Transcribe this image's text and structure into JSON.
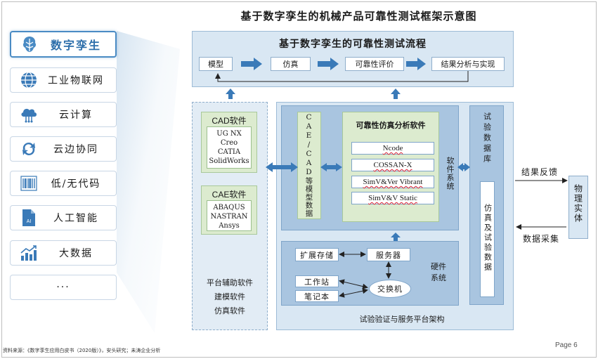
{
  "page_title": "基于数字孪生的机械产品可靠性测试框架示意图",
  "sidebar": {
    "items": [
      {
        "label": "数字孪生",
        "icon": "digital-twin-icon",
        "active": true
      },
      {
        "label": "工业物联网",
        "icon": "globe-network-icon"
      },
      {
        "label": "云计算",
        "icon": "cloud-computing-icon"
      },
      {
        "label": "云边协同",
        "icon": "sync-arrows-icon"
      },
      {
        "label": "低/无代码",
        "icon": "barcode-icon"
      },
      {
        "label": "人工智能",
        "icon": "ai-document-icon"
      },
      {
        "label": "大数据",
        "icon": "growth-chart-icon"
      },
      {
        "label": "···",
        "icon": ""
      }
    ]
  },
  "flow": {
    "title": "基于数字孪生的可靠性测试流程",
    "steps": [
      "模型",
      "仿真",
      "可靠性评价",
      "结果分析与实现"
    ]
  },
  "platform_left": {
    "cad": {
      "title": "CAD软件",
      "items": [
        "UG NX",
        "Creo",
        "CATIA",
        "SolidWorks"
      ]
    },
    "cae": {
      "title": "CAE软件",
      "items": [
        "ABAQUS",
        "NASTRAN",
        "Ansys"
      ]
    },
    "caption": [
      "平台辅助软件",
      "建模软件",
      "仿真软件"
    ]
  },
  "platform_main": {
    "model_data": "CAE/CAD等模型数据",
    "rel_title": "可靠性仿真分析软件",
    "rel_items": [
      "Ncode",
      "COSSAN-X",
      "SimV&Ver Vibrant",
      "SimV&V Static"
    ],
    "software_label": "软件系统",
    "hardware": {
      "storage": "扩展存储",
      "server": "服务器",
      "workstation": "工作站",
      "laptop": "笔记本",
      "switch": "交换机",
      "label": "硬件系统"
    },
    "caption": "试验验证与服务平台架构"
  },
  "database": {
    "label": "试验数据库",
    "inner": "仿真及试验数据"
  },
  "feedback_label": "结果反馈",
  "collect_label": "数据采集",
  "physical_entity": "物理实体",
  "footer_source": "资料来源：《数字孪生应用白皮书（2020版）》，安头研究；未涛企业分析",
  "page_number": "Page 6",
  "colors": {
    "accent": "#4a8bc4",
    "arrow": "#3a7ab8",
    "panel": "#d9e7f3",
    "green": "#dcebcf"
  }
}
